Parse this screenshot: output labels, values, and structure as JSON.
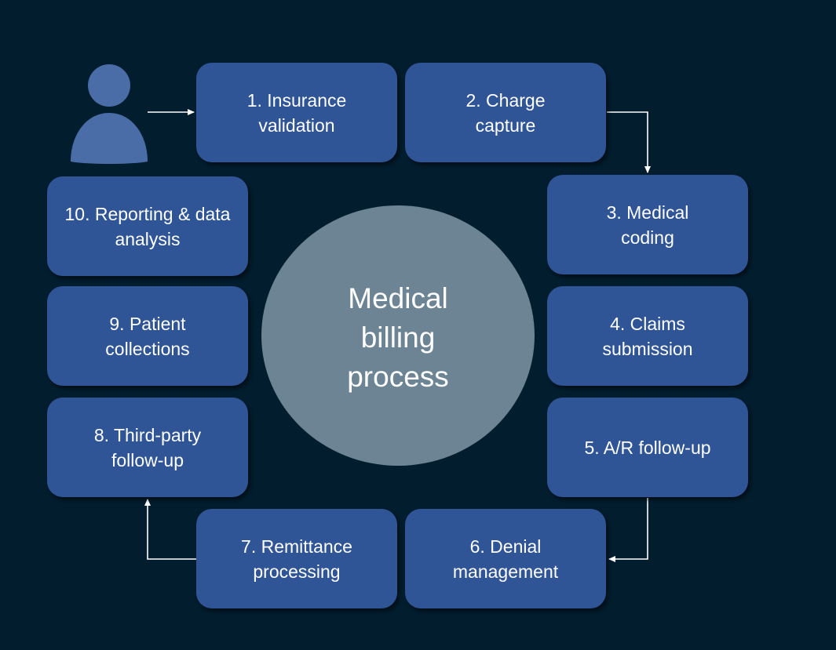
{
  "diagram": {
    "title": "Medical\nbilling\nprocess",
    "steps": [
      {
        "label": "1. Insurance\nvalidation"
      },
      {
        "label": "2. Charge\ncapture"
      },
      {
        "label": "3. Medical\ncoding"
      },
      {
        "label": "4. Claims\nsubmission"
      },
      {
        "label": "5. A/R follow-up"
      },
      {
        "label": "6. Denial\nmanagement"
      },
      {
        "label": "7. Remittance\nprocessing"
      },
      {
        "label": "8. Third-party\nfollow-up"
      },
      {
        "label": "9. Patient\ncollections"
      },
      {
        "label": "10. Reporting & data\nanalysis"
      }
    ],
    "icons": {
      "person": "person-icon"
    },
    "colors": {
      "background": "#021d2e",
      "step_box": "#2f5597",
      "center_circle": "#6c8494",
      "person_icon": "#4a6da8",
      "arrow": "#ffffff"
    }
  }
}
